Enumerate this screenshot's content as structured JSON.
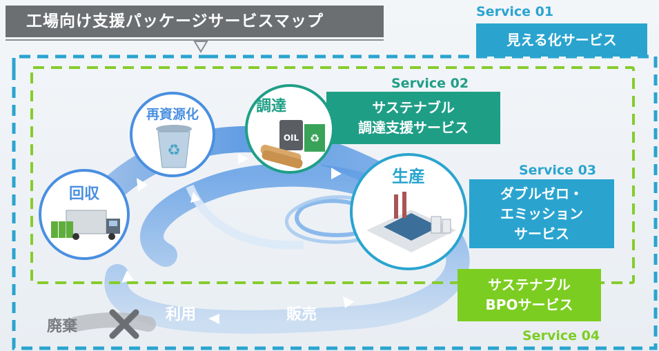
{
  "title": "工場向け支援パッケージサービスマップ",
  "services": [
    {
      "tag": "Service 01",
      "name": "見える化サービス",
      "color": "#2aa4cf"
    },
    {
      "tag": "Service 02",
      "name": "サステナブル\n調達支援サービス",
      "color": "#1f9e86"
    },
    {
      "tag": "Service 03",
      "name": "ダブルゼロ・\nエミッション\nサービス",
      "color": "#2aa4cf"
    },
    {
      "tag": "Service 04",
      "name": "サステナブル\nBPOサービス",
      "color": "#7ccd21"
    }
  ],
  "stages": {
    "kaishu": "回収",
    "saishigenka": "再資源化",
    "chotatsu": "調達",
    "seisan": "生産",
    "hanbai": "販売",
    "riyo": "利用",
    "haiki": "廃棄"
  },
  "icon_text": {
    "oil_drum": "OIL"
  },
  "colors": {
    "green_dash": "#86cc2c",
    "blue_dash": "#2aa4cf",
    "loop_blue": "#4a8fe0"
  }
}
